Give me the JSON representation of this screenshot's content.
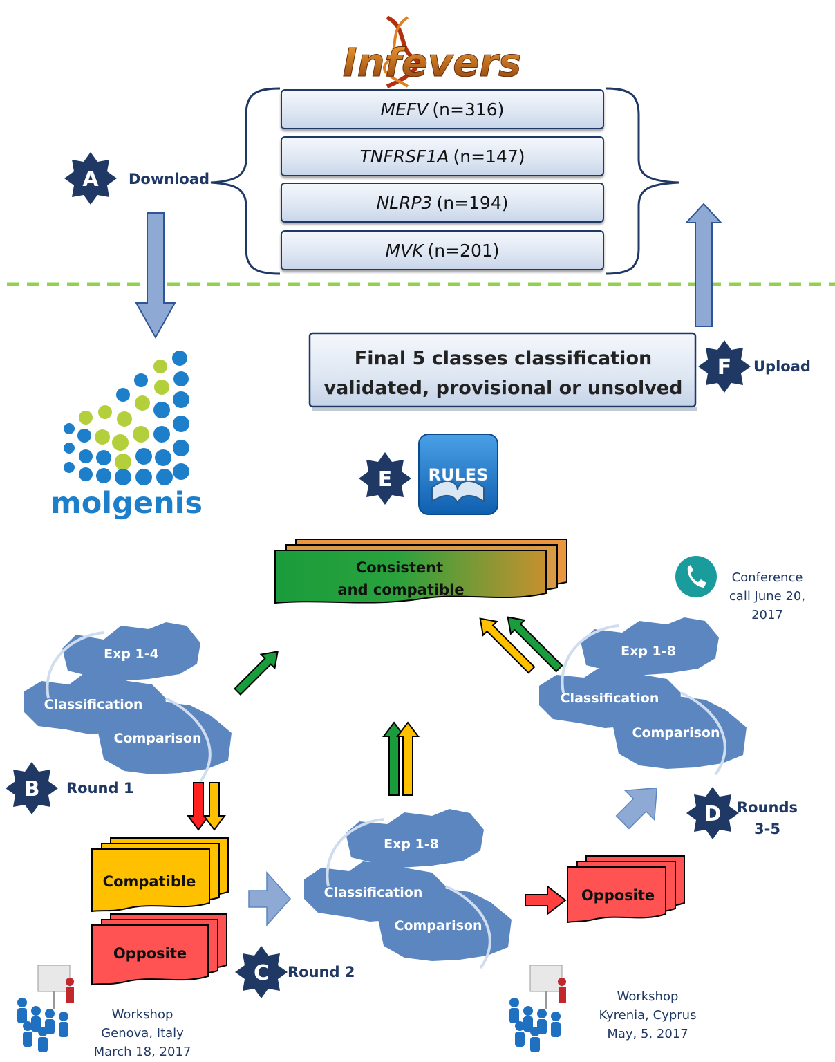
{
  "header": {
    "logo": "Infevers"
  },
  "genes": [
    {
      "name": "MEFV",
      "count": "(n=316)"
    },
    {
      "name": "TNFRSF1A",
      "count": "(n=147)"
    },
    {
      "name": "NLRP3",
      "count": "(n=194)"
    },
    {
      "name": "MVK",
      "count": "(n=201)"
    }
  ],
  "steps": {
    "a": {
      "letter": "A",
      "label": "Download"
    },
    "b": {
      "letter": "B",
      "label": "Round 1"
    },
    "c": {
      "letter": "C",
      "label": "Round 2"
    },
    "d": {
      "letter": "D",
      "label_line1": "Rounds",
      "label_line2": "3-5"
    },
    "e": {
      "letter": "E"
    },
    "f": {
      "letter": "F",
      "label": "Upload"
    }
  },
  "final_box": {
    "line1": "Final 5 classes classification",
    "line2": "validated, provisional or unsolved"
  },
  "molgenis": {
    "label": "molgenis"
  },
  "rules": {
    "label": "RULES"
  },
  "consistent": {
    "line1": "Consistent",
    "line2": "and compatible"
  },
  "gears": {
    "round1": {
      "exp": "Exp 1-4",
      "classification": "Classification",
      "comparison": "Comparison"
    },
    "round2": {
      "exp": "Exp 1-8",
      "classification": "Classification",
      "comparison": "Comparison"
    },
    "round3": {
      "exp": "Exp 1-8",
      "classification": "Classification",
      "comparison": "Comparison"
    }
  },
  "docs": {
    "compatible": "Compatible",
    "opposite_left": "Opposite",
    "opposite_right": "Opposite"
  },
  "events": {
    "conference": {
      "line1": "Conference",
      "line2": "call June 20,",
      "line3": "2017"
    },
    "workshop_genova": {
      "line1": "Workshop",
      "line2": "Genova, Italy",
      "line3": "March 18, 2017"
    },
    "workshop_kyrenia": {
      "line1": "Workshop",
      "line2": "Kyrenia, Cyprus",
      "line3": "May, 5, 2017"
    }
  },
  "colors": {
    "navy": "#1f3864",
    "gear": "#5b86c0",
    "green": "#1a9c3c",
    "yellow": "#ffc000",
    "red": "#ff3b3b",
    "dashed_line": "#92d050"
  }
}
